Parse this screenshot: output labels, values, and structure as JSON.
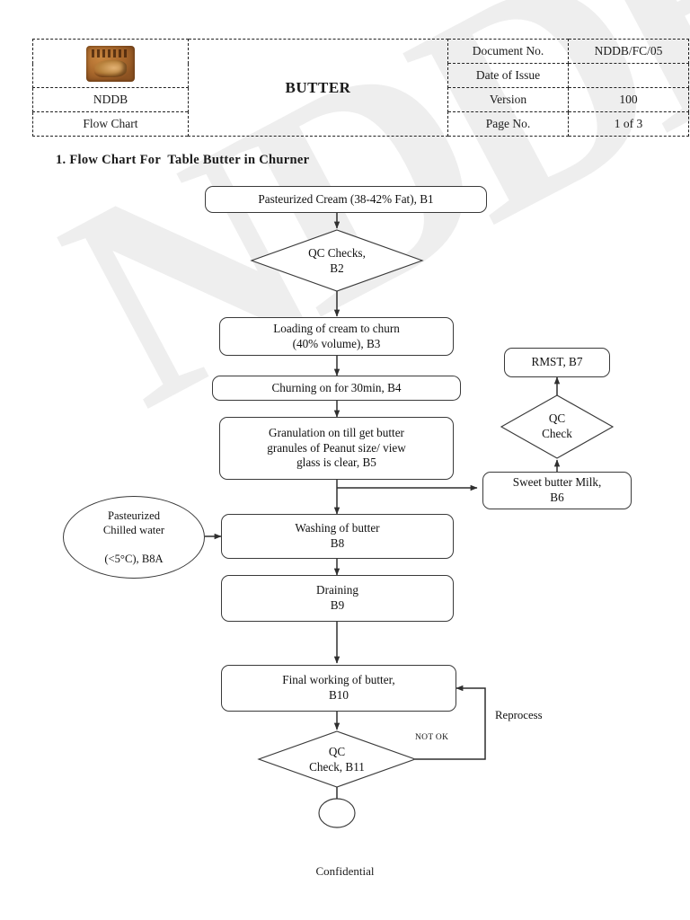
{
  "document": {
    "logo_alt": "nddb-seal-logo",
    "org_name": "NDDB",
    "doc_type": "Flow Chart",
    "title": "BUTTER",
    "fields": [
      {
        "label": "Document No.",
        "value": "NDDB/FC/05"
      },
      {
        "label": "Date of Issue",
        "value": ""
      },
      {
        "label": "Version",
        "value": "100"
      },
      {
        "label": "Page No.",
        "value": "1 of 3"
      }
    ],
    "watermark": "NDDB",
    "footer": "Confidential"
  },
  "section": {
    "heading": "1. Flow Chart For  Table Butter in Churner"
  },
  "chart_data": {
    "type": "diagram",
    "title": "1. Flow Chart For  Table Butter in Churner",
    "nodes": [
      {
        "id": "B1",
        "shape": "rounded-rect",
        "text": "Pasteurized Cream (38-42% Fat), B1"
      },
      {
        "id": "B2",
        "shape": "diamond",
        "text": "QC Checks,\nB2"
      },
      {
        "id": "B3",
        "shape": "rounded-rect",
        "text": "Loading of cream to churn\n(40% volume), B3"
      },
      {
        "id": "B4",
        "shape": "rounded-rect",
        "text": "Churning on for 30min, B4"
      },
      {
        "id": "B5",
        "shape": "rounded-rect",
        "text": "Granulation on till get butter\ngranules of Peanut size/ view\nglass is clear, B5"
      },
      {
        "id": "B6",
        "shape": "rounded-rect",
        "text": "Sweet butter Milk,\nB6"
      },
      {
        "id": "QC2",
        "shape": "diamond",
        "text": "QC\nCheck"
      },
      {
        "id": "B7",
        "shape": "rounded-rect",
        "text": "RMST, B7"
      },
      {
        "id": "B8A",
        "shape": "ellipse",
        "text": "Pasteurized\nChilled water\n\n(<5°C), B8A"
      },
      {
        "id": "B8",
        "shape": "rounded-rect",
        "text": "Washing of butter\nB8"
      },
      {
        "id": "B9",
        "shape": "rounded-rect",
        "text": "Draining\nB9"
      },
      {
        "id": "B10",
        "shape": "rounded-rect",
        "text": "Final working of butter,\nB10"
      },
      {
        "id": "B11",
        "shape": "diamond",
        "text": "QC\nCheck, B11"
      },
      {
        "id": "END",
        "shape": "circle",
        "text": ""
      }
    ],
    "edges": [
      {
        "from": "B1",
        "to": "B2",
        "label": ""
      },
      {
        "from": "B2",
        "to": "B3",
        "label": ""
      },
      {
        "from": "B3",
        "to": "B4",
        "label": ""
      },
      {
        "from": "B4",
        "to": "B5",
        "label": ""
      },
      {
        "from": "B5",
        "to": "B6",
        "label": ""
      },
      {
        "from": "B5",
        "to": "B8",
        "label": ""
      },
      {
        "from": "B6",
        "to": "QC2",
        "label": ""
      },
      {
        "from": "QC2",
        "to": "B7",
        "label": ""
      },
      {
        "from": "B8A",
        "to": "B8",
        "label": ""
      },
      {
        "from": "B8",
        "to": "B9",
        "label": ""
      },
      {
        "from": "B9",
        "to": "B10",
        "label": ""
      },
      {
        "from": "B10",
        "to": "B11",
        "label": ""
      },
      {
        "from": "B11",
        "to": "END",
        "label": ""
      },
      {
        "from": "B11",
        "to": "B10",
        "label": "NOT OK"
      }
    ],
    "annotations": [
      {
        "id": "reprocess",
        "text": "Reprocess"
      },
      {
        "id": "not-ok",
        "text": "NOT OK"
      }
    ]
  },
  "colors": {
    "stroke": "#3a3a3a",
    "text": "#111111",
    "watermark": "#eeeeee",
    "logo_brown": "#a9682c"
  }
}
